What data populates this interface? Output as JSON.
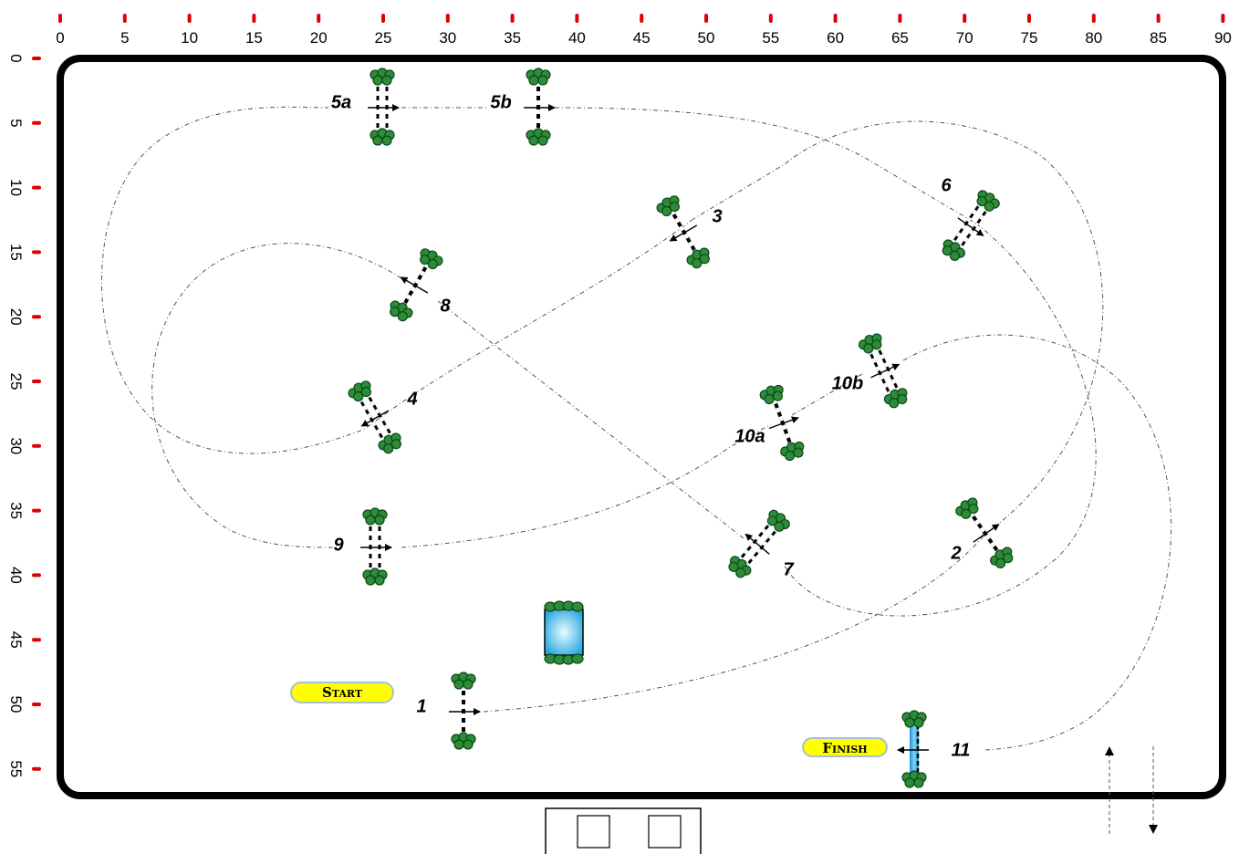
{
  "top_axis": {
    "ticks": [
      "0",
      "5",
      "10",
      "15",
      "20",
      "25",
      "30",
      "35",
      "40",
      "45",
      "50",
      "55",
      "60",
      "65",
      "70",
      "75",
      "80",
      "85",
      "90"
    ]
  },
  "left_axis": {
    "ticks": [
      "0",
      "5",
      "10",
      "15",
      "20",
      "25",
      "30",
      "35",
      "40",
      "45",
      "50",
      "55"
    ]
  },
  "start_label": "Start",
  "finish_label": "Finish",
  "jumps": [
    {
      "id": "1",
      "label": "1"
    },
    {
      "id": "2",
      "label": "2"
    },
    {
      "id": "3",
      "label": "3"
    },
    {
      "id": "4",
      "label": "4"
    },
    {
      "id": "5a",
      "label": "5a"
    },
    {
      "id": "5b",
      "label": "5b"
    },
    {
      "id": "6",
      "label": "6"
    },
    {
      "id": "7",
      "label": "7"
    },
    {
      "id": "8",
      "label": "8"
    },
    {
      "id": "9",
      "label": "9"
    },
    {
      "id": "10a",
      "label": "10a"
    },
    {
      "id": "10b",
      "label": "10b"
    },
    {
      "id": "11",
      "label": "11"
    }
  ],
  "colors": {
    "tick_mark": "#e00000",
    "greenery": "#2e8b3a",
    "greenery_dark": "#0b4a16",
    "water": "#3fb8e8",
    "pill": "#ffff00",
    "pill_border": "#a9bfd6"
  }
}
